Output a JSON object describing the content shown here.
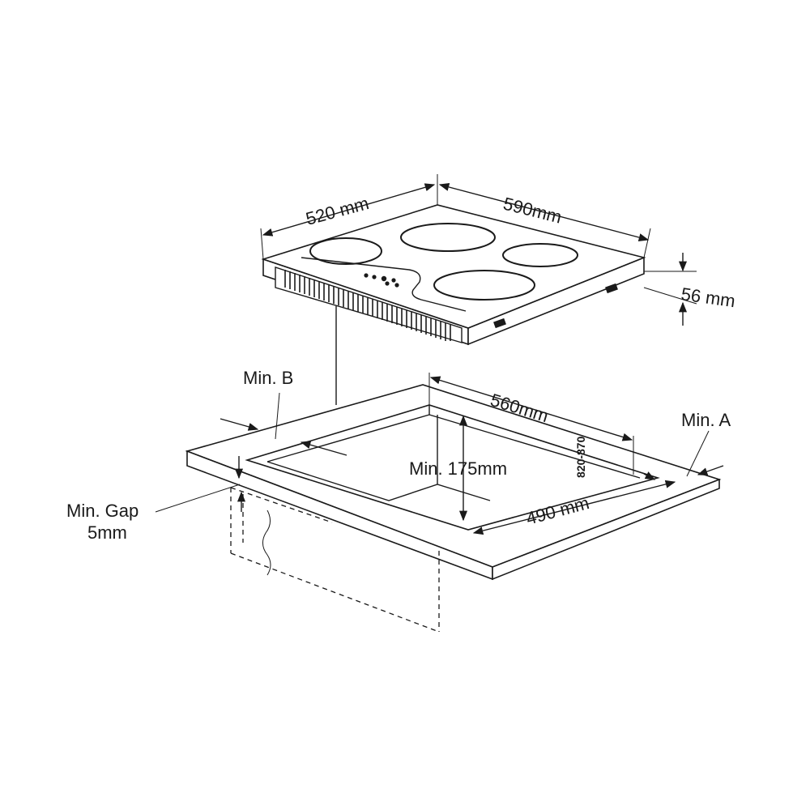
{
  "labels": {
    "hob_width": "590mm",
    "hob_depth": "520 mm",
    "hob_height": "56 mm",
    "cutout_width": "560mm",
    "cutout_depth": "490 mm",
    "min_depth": "Min. 175mm",
    "worktop_height": "820-870",
    "min_a": "Min. A",
    "min_b": "Min. B",
    "min_gap_line1": "Min. Gap",
    "min_gap_line2": "5mm"
  }
}
